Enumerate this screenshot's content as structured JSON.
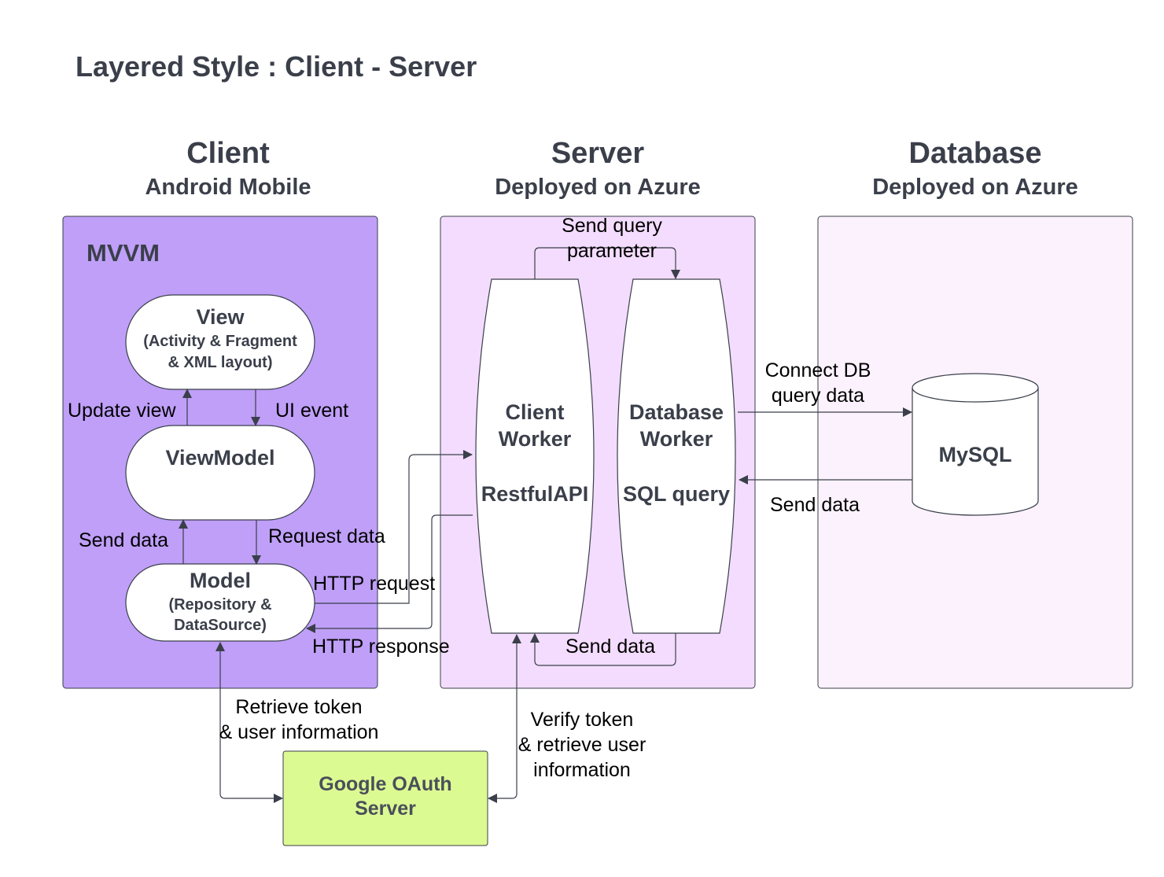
{
  "title": "Layered Style : Client - Server",
  "tiers": {
    "client": {
      "name": "Client",
      "subtitle": "Android Mobile"
    },
    "server": {
      "name": "Server",
      "subtitle": "Deployed on Azure"
    },
    "database": {
      "name": "Database",
      "subtitle": "Deployed on Azure"
    }
  },
  "mvvm_label": "MVVM",
  "nodes": {
    "view": {
      "title": "View",
      "line1": "(Activity & Fragment",
      "line2": "& XML layout)"
    },
    "viewmodel": {
      "title": "ViewModel"
    },
    "model": {
      "title": "Model",
      "line1": "(Repository &",
      "line2": "DataSource)"
    },
    "client_worker": {
      "line1": "Client",
      "line2": "Worker",
      "line3": "RestfulAPI"
    },
    "database_worker": {
      "line1": "Database",
      "line2": "Worker",
      "line3": "SQL query"
    },
    "mysql": {
      "title": "MySQL"
    },
    "google_oauth": {
      "line1": "Google OAuth",
      "line2": "Server"
    }
  },
  "edges": {
    "update_view": "Update view",
    "ui_event": "UI event",
    "send_data_model": "Send data",
    "request_data": "Request data",
    "http_request": "HTTP request",
    "http_response": "HTTP response",
    "send_query_1": "Send query",
    "send_query_2": "parameter",
    "send_data_workers": "Send data",
    "connect_db_1": "Connect DB",
    "connect_db_2": "query data",
    "send_data_db": "Send data",
    "retrieve_token_1": "Retrieve token",
    "retrieve_token_2": "& user information",
    "verify_token_1": "Verify token",
    "verify_token_2": "& retrieve user",
    "verify_token_3": "information"
  },
  "colors": {
    "client_panel": "#bf9ff8",
    "server_panel": "#f3dcfd",
    "database_panel": "#fbf2fd",
    "oauth_box": "#dcfa92",
    "text_dark": "#3a3f4a",
    "line": "#3a3f4a"
  }
}
